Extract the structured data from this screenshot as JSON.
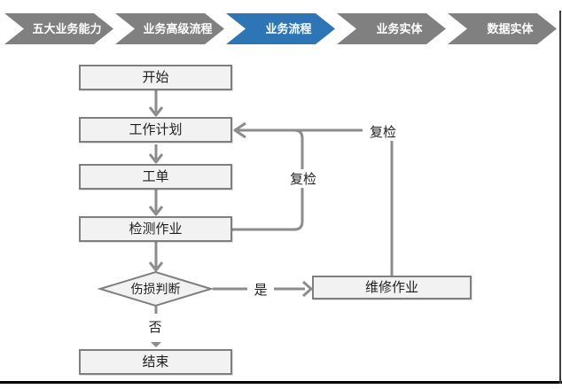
{
  "breadcrumb": {
    "items": [
      {
        "label": "五大业务能力",
        "active": false
      },
      {
        "label": "业务高级流程",
        "active": false
      },
      {
        "label": "业务流程",
        "active": true
      },
      {
        "label": "业务实体",
        "active": false
      },
      {
        "label": "数据实体",
        "active": false
      }
    ],
    "active_color": "#2E75B6",
    "inactive_color": "#808080"
  },
  "flowchart": {
    "nodes": {
      "start": "开始",
      "plan": "工作计划",
      "order": "工单",
      "inspect": "检测作业",
      "judge": "伤损判断",
      "repair": "维修作业",
      "end": "结束"
    },
    "edge_labels": {
      "recheck_inner": "复检",
      "recheck_outer": "复检",
      "yes": "是",
      "no": "否"
    },
    "colors": {
      "node_fill": "#F2F2F2",
      "node_border": "#7F7F7F",
      "connector": "#8C8C8C",
      "text": "#1F1F1F"
    }
  }
}
